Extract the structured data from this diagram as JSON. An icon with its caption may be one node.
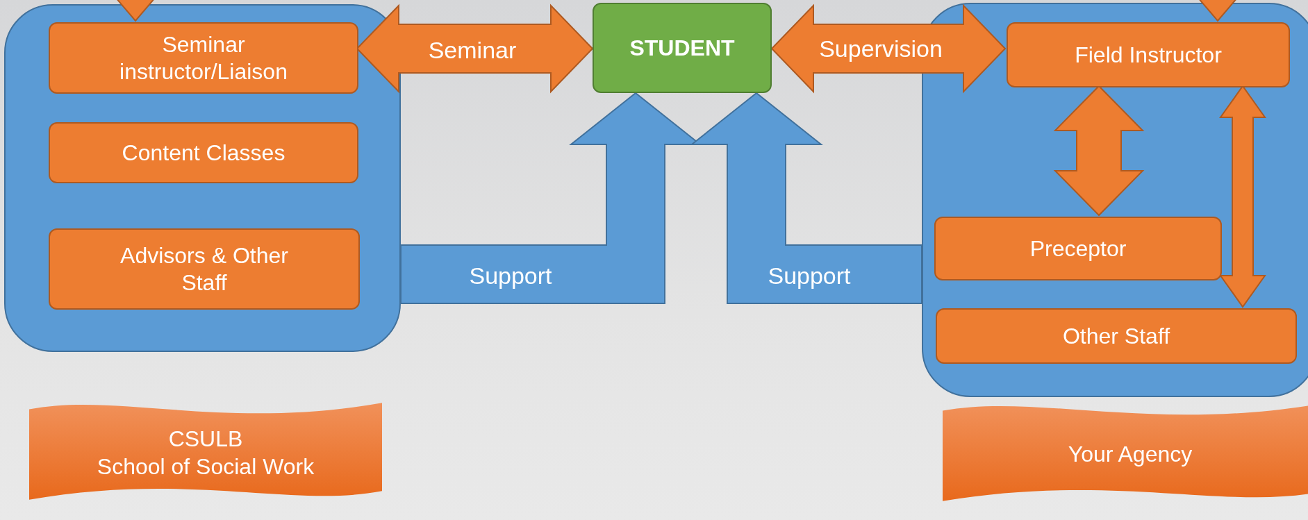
{
  "diagram": {
    "nodes": [
      {
        "text": [],
        "shape": "box"
      },
      {
        "text": [
          "Seminar instructor/Liaison"
        ],
        "in": 0
      },
      {
        "text": [
          "Content Classes"
        ],
        "in": 0
      },
      {
        "text": [
          "Advisors & Other Staff"
        ],
        "in": 0
      },
      {
        "text": [
          "STUDENT"
        ]
      },
      {
        "text": [],
        "shape": "box"
      },
      {
        "text": [
          "Field Instructor"
        ],
        "in": 5
      },
      {
        "text": [
          "Preceptor"
        ],
        "in": 5
      },
      {
        "text": [
          "Other Staff"
        ],
        "in": 5
      },
      {
        "text": [
          "CSULB",
          "School of Social Work"
        ]
      },
      {
        "text": [
          "Your Agency"
        ]
      }
    ],
    "edges": [
      {
        "from": null,
        "to": 1,
        "arrow": "to"
      },
      {
        "from": null,
        "to": 6,
        "arrow": "to"
      },
      {
        "from": 1,
        "to": 4,
        "arrow": "both",
        "label": "Seminar"
      },
      {
        "from": 4,
        "to": 6,
        "arrow": "both",
        "label": "Supervision"
      },
      {
        "from": 0,
        "to": 4,
        "arrow": "to",
        "label": "Support",
        "color": "#5b9bd5"
      },
      {
        "from": 5,
        "to": 4,
        "arrow": "to",
        "label": "Support",
        "color": "#5b9bd5"
      },
      {
        "from": 6,
        "to": 7,
        "arrow": "both"
      },
      {
        "from": 6,
        "to": 8,
        "arrow": "both"
      }
    ]
  }
}
